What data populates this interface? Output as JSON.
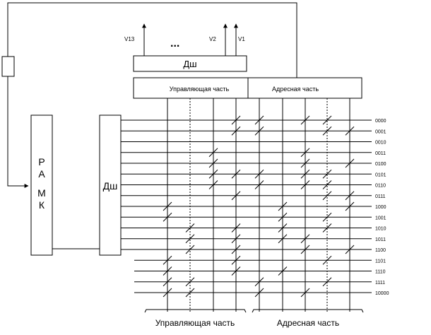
{
  "blocks": {
    "ramk_letters": [
      "Р",
      "А",
      "М",
      "К"
    ],
    "dsh_left": "Дш",
    "dsh_top": "Дш",
    "control_part": "Управляющая часть",
    "address_part": "Адресная часть"
  },
  "outputs": {
    "labels": [
      "V13",
      "V2",
      "V1"
    ],
    "ellipsis": "..."
  },
  "row_codes": [
    "0000",
    "0001",
    "0010",
    "0011",
    "0100",
    "0101",
    "0110",
    "0111",
    "1000",
    "1001",
    "1010",
    "1011",
    "1100",
    "1101",
    "1110",
    "1111",
    "10000"
  ],
  "bottom_labels": {
    "control": "Управляющая часть",
    "address": "Адресная часть"
  },
  "diode_marks": [
    [
      3,
      4,
      6,
      7
    ],
    [
      3,
      4,
      7,
      8
    ],
    [],
    [
      2,
      6
    ],
    [
      2,
      6,
      8
    ],
    [
      2,
      3,
      4,
      6,
      7
    ],
    [
      2,
      4,
      6,
      7
    ],
    [
      3,
      7,
      8
    ],
    [
      0,
      5,
      8
    ],
    [
      0,
      5,
      7
    ],
    [
      1,
      3,
      5,
      7
    ],
    [
      1,
      3,
      5,
      6
    ],
    [
      1,
      3,
      6,
      8
    ],
    [
      0,
      3,
      7
    ],
    [
      0,
      3,
      5
    ],
    [
      0,
      1,
      4,
      7
    ],
    [
      0,
      1,
      4,
      6
    ]
  ]
}
